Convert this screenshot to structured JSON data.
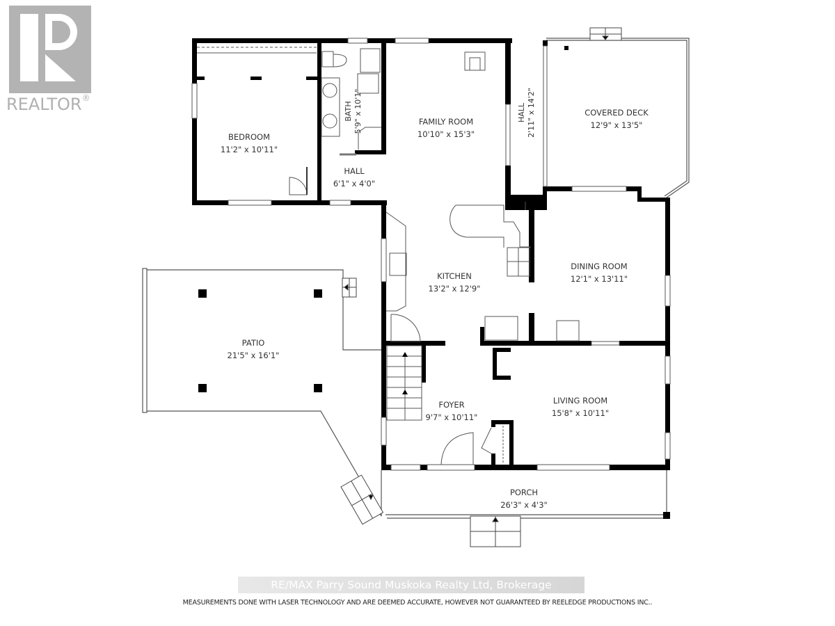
{
  "logo": {
    "brand": "REALTOR",
    "mark": "®",
    "icon": "realtor-r-logo"
  },
  "rooms": {
    "bedroom": {
      "name": "BEDROOM",
      "dims": "11'2\" x 10'11\""
    },
    "bath": {
      "name": "BATH",
      "dims": "5'9\" x 10'1\""
    },
    "hall_small": {
      "name": "HALL",
      "dims": "6'1\" x 4'0\""
    },
    "family_room": {
      "name": "FAMILY ROOM",
      "dims": "10'10\" x 15'3\""
    },
    "hall_long": {
      "name": "HALL",
      "dims": "2'11\" x 14'2\""
    },
    "covered_deck": {
      "name": "COVERED DECK",
      "dims": "12'9\" x 13'5\""
    },
    "kitchen": {
      "name": "KITCHEN",
      "dims": "13'2\" x 12'9\""
    },
    "dining_room": {
      "name": "DINING ROOM",
      "dims": "12'1\" x 13'11\""
    },
    "patio": {
      "name": "PATIO",
      "dims": "21'5\" x 16'1\""
    },
    "foyer": {
      "name": "FOYER",
      "dims": "9'7\" x 10'11\""
    },
    "living_room": {
      "name": "LIVING ROOM",
      "dims": "15'8\" x 10'11\""
    },
    "porch": {
      "name": "PORCH",
      "dims": "26'3\" x 4'3\""
    }
  },
  "footer": {
    "watermark": "RE/MAX Parry Sound Muskoka Realty Ltd, Brokerage",
    "disclaimer": "MEASUREMENTS DONE WITH LASER TECHNOLOGY AND ARE DEEMED ACCURATE, HOWEVER NOT GUARANTEED BY REELEDGE PRODUCTIONS INC.."
  },
  "colors": {
    "wall": "#000000",
    "line": "#444444",
    "background": "#ffffff",
    "logo": "#b3b3b3"
  }
}
